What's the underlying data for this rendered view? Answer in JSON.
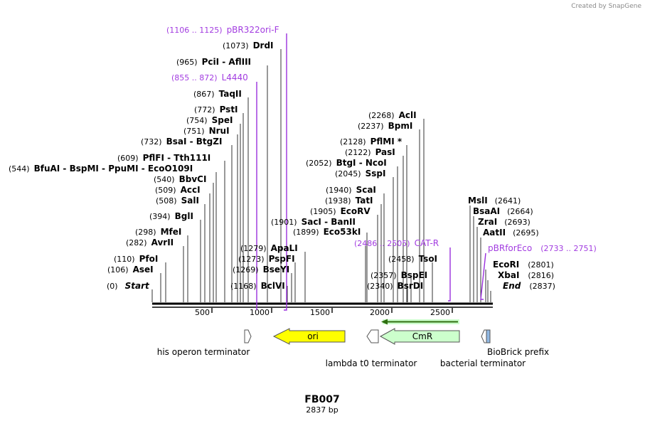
{
  "credit": "Created by SnapGene",
  "title": "FB007",
  "length_label": "2837 bp",
  "ruler_ticks": [
    "500",
    "1000",
    "1500",
    "2000",
    "2500"
  ],
  "sites": [
    {
      "pos": "(1106 .. 1125)",
      "name": "pBR322ori-F",
      "primer": true
    },
    {
      "pos": "(1073)",
      "name": "DrdI"
    },
    {
      "pos": "(965)",
      "name": "PciI - AflIII"
    },
    {
      "pos": "(855 .. 872)",
      "name": "L4440",
      "primer": true
    },
    {
      "pos": "(867)",
      "name": "TaqII"
    },
    {
      "pos": "(772)",
      "name": "PstI"
    },
    {
      "pos": "(754)",
      "name": "SpeI"
    },
    {
      "pos": "(751)",
      "name": "NruI"
    },
    {
      "pos": "(732)",
      "name": "BsaI - BtgZI"
    },
    {
      "pos": "(609)",
      "name": "PflFI - Tth111I"
    },
    {
      "pos": "(544)",
      "name": "BfuAI - BspMI - PpuMI - EcoO109I"
    },
    {
      "pos": "(540)",
      "name": "BbvCI"
    },
    {
      "pos": "(509)",
      "name": "AccI"
    },
    {
      "pos": "(508)",
      "name": "SalI"
    },
    {
      "pos": "(394)",
      "name": "BglI"
    },
    {
      "pos": "(298)",
      "name": "MfeI"
    },
    {
      "pos": "(282)",
      "name": "AvrII"
    },
    {
      "pos": "(110)",
      "name": "PfoI"
    },
    {
      "pos": "(106)",
      "name": "AseI"
    },
    {
      "pos": "(0)",
      "name": "Start",
      "italic": true
    },
    {
      "pos": "(1279)",
      "name": "ApaLI"
    },
    {
      "pos": "(1273)",
      "name": "PspFI"
    },
    {
      "pos": "(1269)",
      "name": "BseYI"
    },
    {
      "pos": "(1168)",
      "name": "BclVI"
    },
    {
      "pos": "(1901)",
      "name": "SacI - BanII"
    },
    {
      "pos": "(1899)",
      "name": "Eco53kI"
    },
    {
      "pos": "(2268)",
      "name": "AclI"
    },
    {
      "pos": "(2237)",
      "name": "BpmI"
    },
    {
      "pos": "(2128)",
      "name": "PflMI *"
    },
    {
      "pos": "(2122)",
      "name": "PasI"
    },
    {
      "pos": "(2052)",
      "name": "BtgI - NcoI"
    },
    {
      "pos": "(2045)",
      "name": "SspI"
    },
    {
      "pos": "(1940)",
      "name": "ScaI"
    },
    {
      "pos": "(1938)",
      "name": "TatI"
    },
    {
      "pos": "(1905)",
      "name": "EcoRV"
    },
    {
      "pos": "(2486 .. 2505)",
      "name": "CAT-R",
      "primer": true
    },
    {
      "pos": "(2458)",
      "name": "TsoI"
    },
    {
      "pos": "(2357)",
      "name": "BspEI"
    },
    {
      "pos": "(2340)",
      "name": "BsrDI"
    },
    {
      "pos": "(2641)",
      "name": "MslI"
    },
    {
      "pos": "(2664)",
      "name": "BsaAI"
    },
    {
      "pos": "(2693)",
      "name": "ZraI"
    },
    {
      "pos": "(2695)",
      "name": "AatII"
    },
    {
      "pos": "(2733 .. 2751)",
      "name": "pBRforEco",
      "primer": true
    },
    {
      "pos": "(2801)",
      "name": "EcoRI"
    },
    {
      "pos": "(2816)",
      "name": "XbaI"
    },
    {
      "pos": "(2837)",
      "name": "End",
      "italic": true
    }
  ],
  "features": [
    {
      "name": "his operon terminator",
      "type": "terminator"
    },
    {
      "name": "ori",
      "type": "origin",
      "color": "#ffff00"
    },
    {
      "name": "lambda t0 terminator",
      "type": "terminator"
    },
    {
      "name": "CmR",
      "type": "marker",
      "color": "#ccffcc"
    },
    {
      "name": "bacterial terminator",
      "type": "terminator"
    },
    {
      "name": "BioBrick prefix",
      "type": "misc",
      "color": "#91b8e3"
    }
  ]
}
